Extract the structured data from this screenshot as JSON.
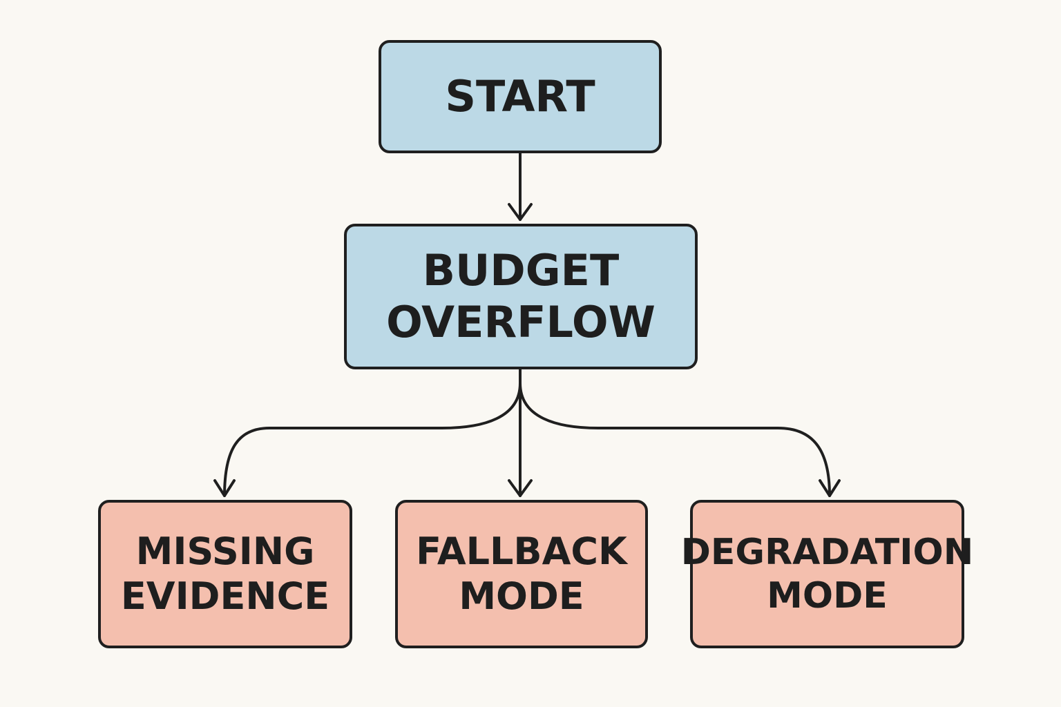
{
  "diagram": {
    "nodes": {
      "start": {
        "lines": [
          "START"
        ],
        "color": "#bcd9e6"
      },
      "budget_overflow": {
        "lines": [
          "BUDGET",
          "OVERFLOW"
        ],
        "color": "#bcd9e6"
      },
      "missing_evidence": {
        "lines": [
          "MISSING",
          "EVIDENCE"
        ],
        "color": "#f4bfae"
      },
      "fallback_mode": {
        "lines": [
          "FALLBACK",
          "MODE"
        ],
        "color": "#f4bfae"
      },
      "degradation_mode": {
        "lines": [
          "DEGRADATION",
          "MODE"
        ],
        "color": "#f4bfae"
      }
    },
    "edges": [
      {
        "from": "start",
        "to": "budget_overflow"
      },
      {
        "from": "budget_overflow",
        "to": "missing_evidence"
      },
      {
        "from": "budget_overflow",
        "to": "fallback_mode"
      },
      {
        "from": "budget_overflow",
        "to": "degradation_mode"
      }
    ],
    "colors": {
      "background": "#faf8f3",
      "stroke": "#1f1f1f",
      "text": "#1e1e1e"
    }
  }
}
